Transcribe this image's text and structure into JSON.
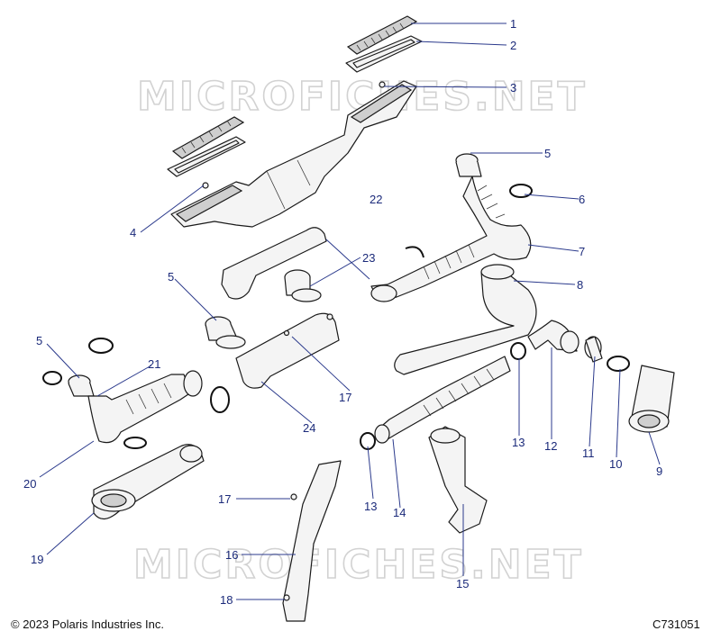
{
  "watermark_text": "MICROFICHES.NET",
  "copyright": "© 2023 Polaris Industries Inc.",
  "diagram_id": "C731051",
  "callouts": [
    "1",
    "2",
    "3",
    "4",
    "5",
    "6",
    "7",
    "8",
    "9",
    "10",
    "11",
    "12",
    "13",
    "14",
    "15",
    "16",
    "17",
    "18",
    "19",
    "20",
    "21",
    "22",
    "23",
    "24"
  ]
}
